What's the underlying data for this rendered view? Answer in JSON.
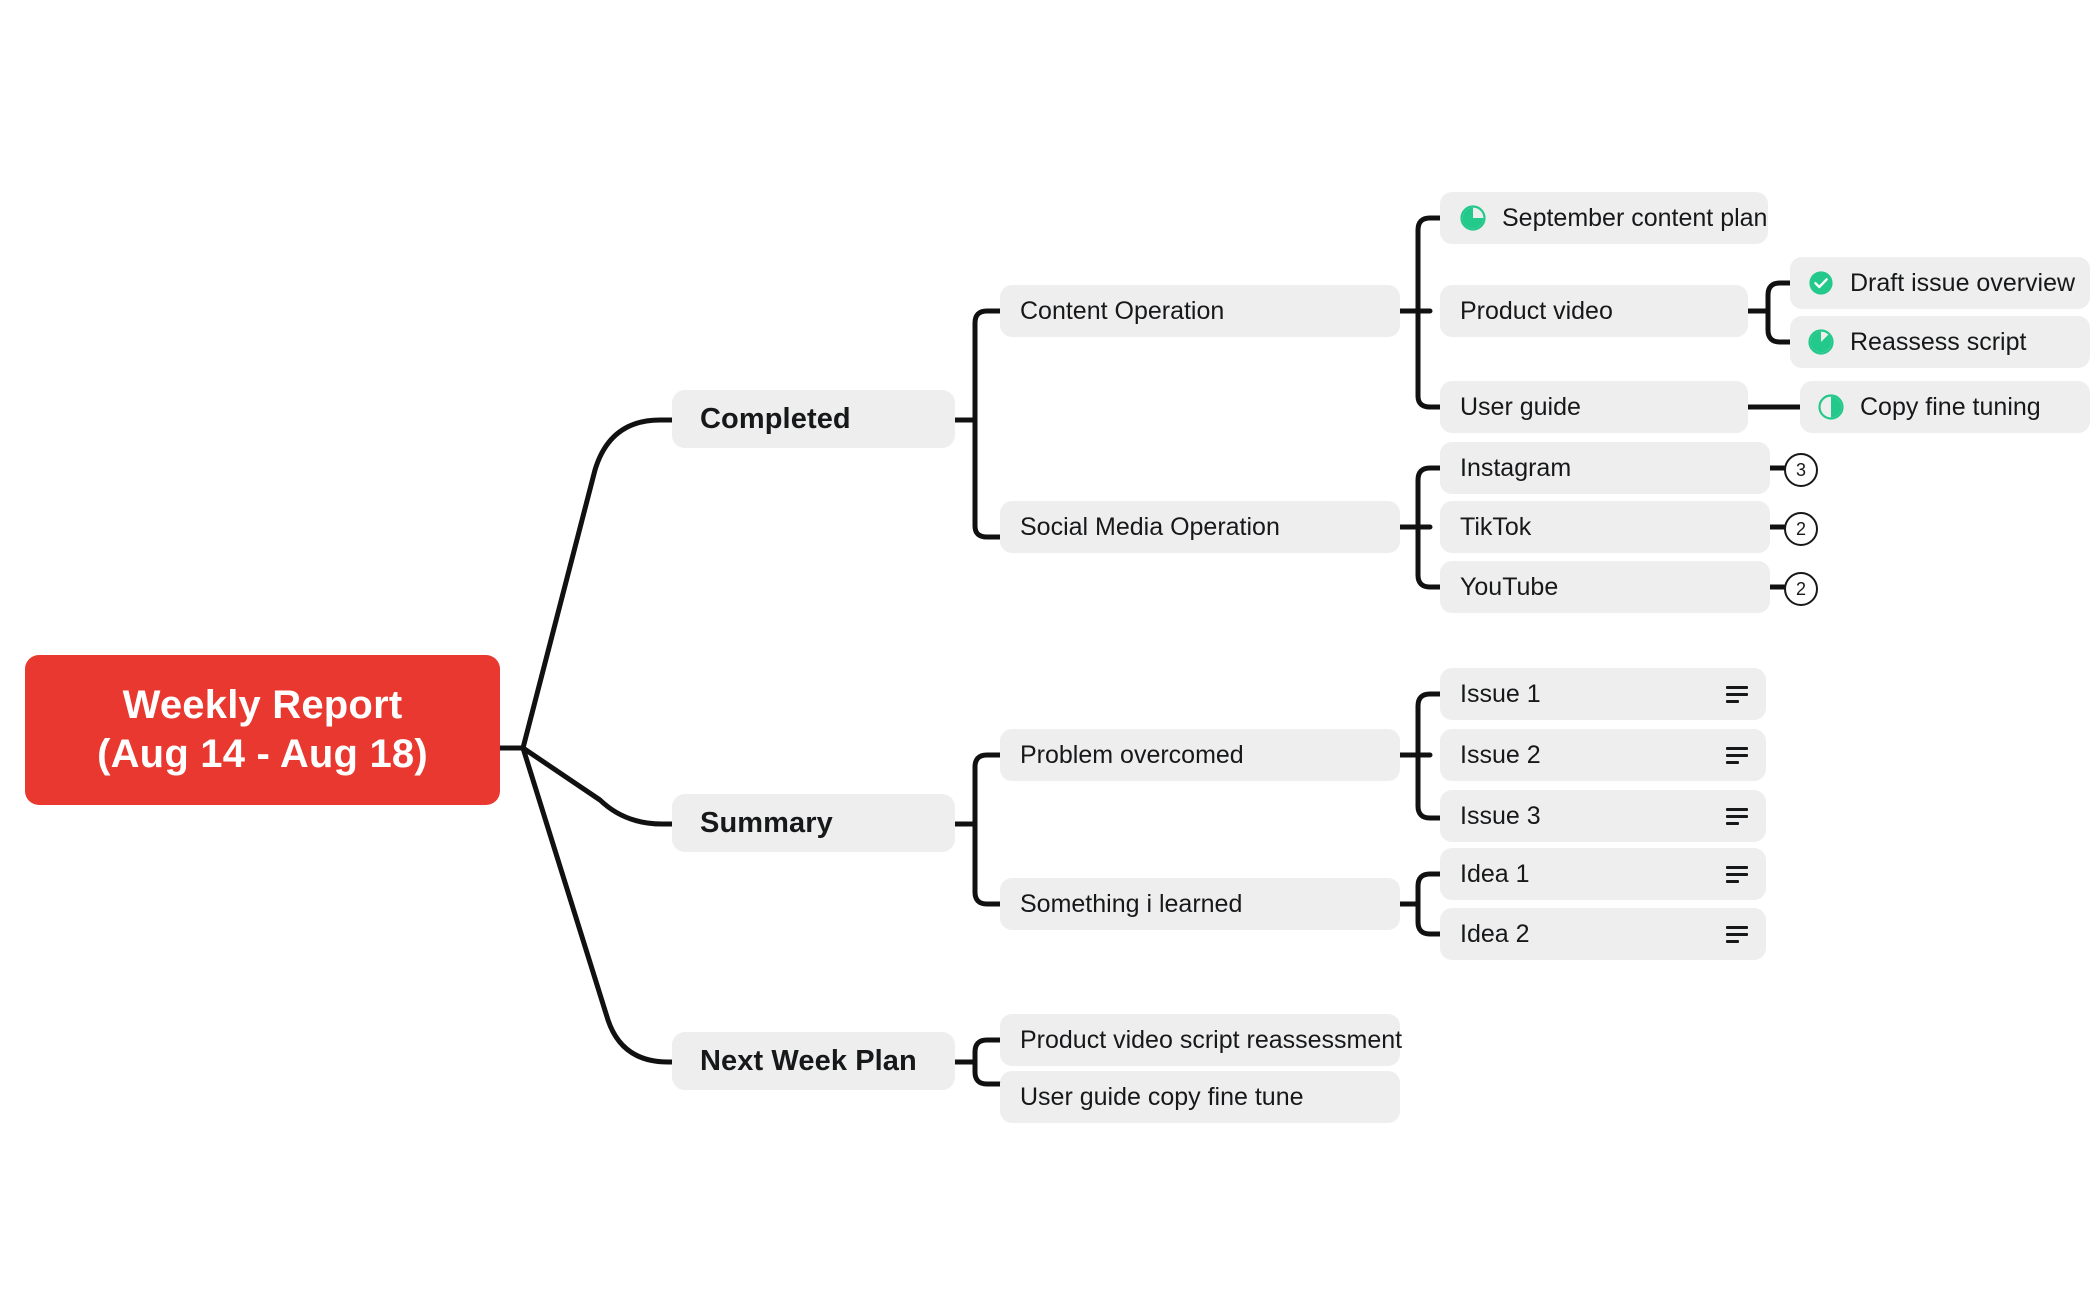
{
  "colors": {
    "root_bg": "#E8382F",
    "root_text": "#FFFFFF",
    "node_bg": "#EEEEEE",
    "node_text": "#17181A",
    "connector": "#111111",
    "progress_green": "#22C98A",
    "canvas_bg": "#FFFFFF"
  },
  "root": {
    "line1": "Weekly Report",
    "line2": "(Aug 14 - Aug 18)"
  },
  "branches": [
    {
      "label": "Completed",
      "children": [
        {
          "label": "Content Operation",
          "children": [
            {
              "label": "September content plan",
              "icon": "progress-75-icon",
              "progress": 75
            },
            {
              "label": "Product video",
              "children": [
                {
                  "label": "Draft issue overview",
                  "icon": "check-circle-icon",
                  "progress": 100
                },
                {
                  "label": "Reassess script",
                  "icon": "progress-88-icon",
                  "progress": 88
                }
              ]
            },
            {
              "label": "User guide",
              "children": [
                {
                  "label": "Copy fine tuning",
                  "icon": "progress-50-icon",
                  "progress": 50
                }
              ]
            }
          ]
        },
        {
          "label": "Social Media Operation",
          "children": [
            {
              "label": "Instagram",
              "badge": "3"
            },
            {
              "label": "TikTok",
              "badge": "2"
            },
            {
              "label": "YouTube",
              "badge": "2"
            }
          ]
        }
      ]
    },
    {
      "label": "Summary",
      "children": [
        {
          "label": "Problem overcomed",
          "children": [
            {
              "label": "Issue 1",
              "icon": "note-icon"
            },
            {
              "label": "Issue 2",
              "icon": "note-icon"
            },
            {
              "label": "Issue 3",
              "icon": "note-icon"
            }
          ]
        },
        {
          "label": "Something i learned",
          "children": [
            {
              "label": "Idea 1",
              "icon": "note-icon"
            },
            {
              "label": "Idea 2",
              "icon": "note-icon"
            }
          ]
        }
      ]
    },
    {
      "label": "Next Week Plan",
      "children": [
        {
          "label": "Product video script reassessment"
        },
        {
          "label": "User guide copy fine tune"
        }
      ]
    }
  ]
}
